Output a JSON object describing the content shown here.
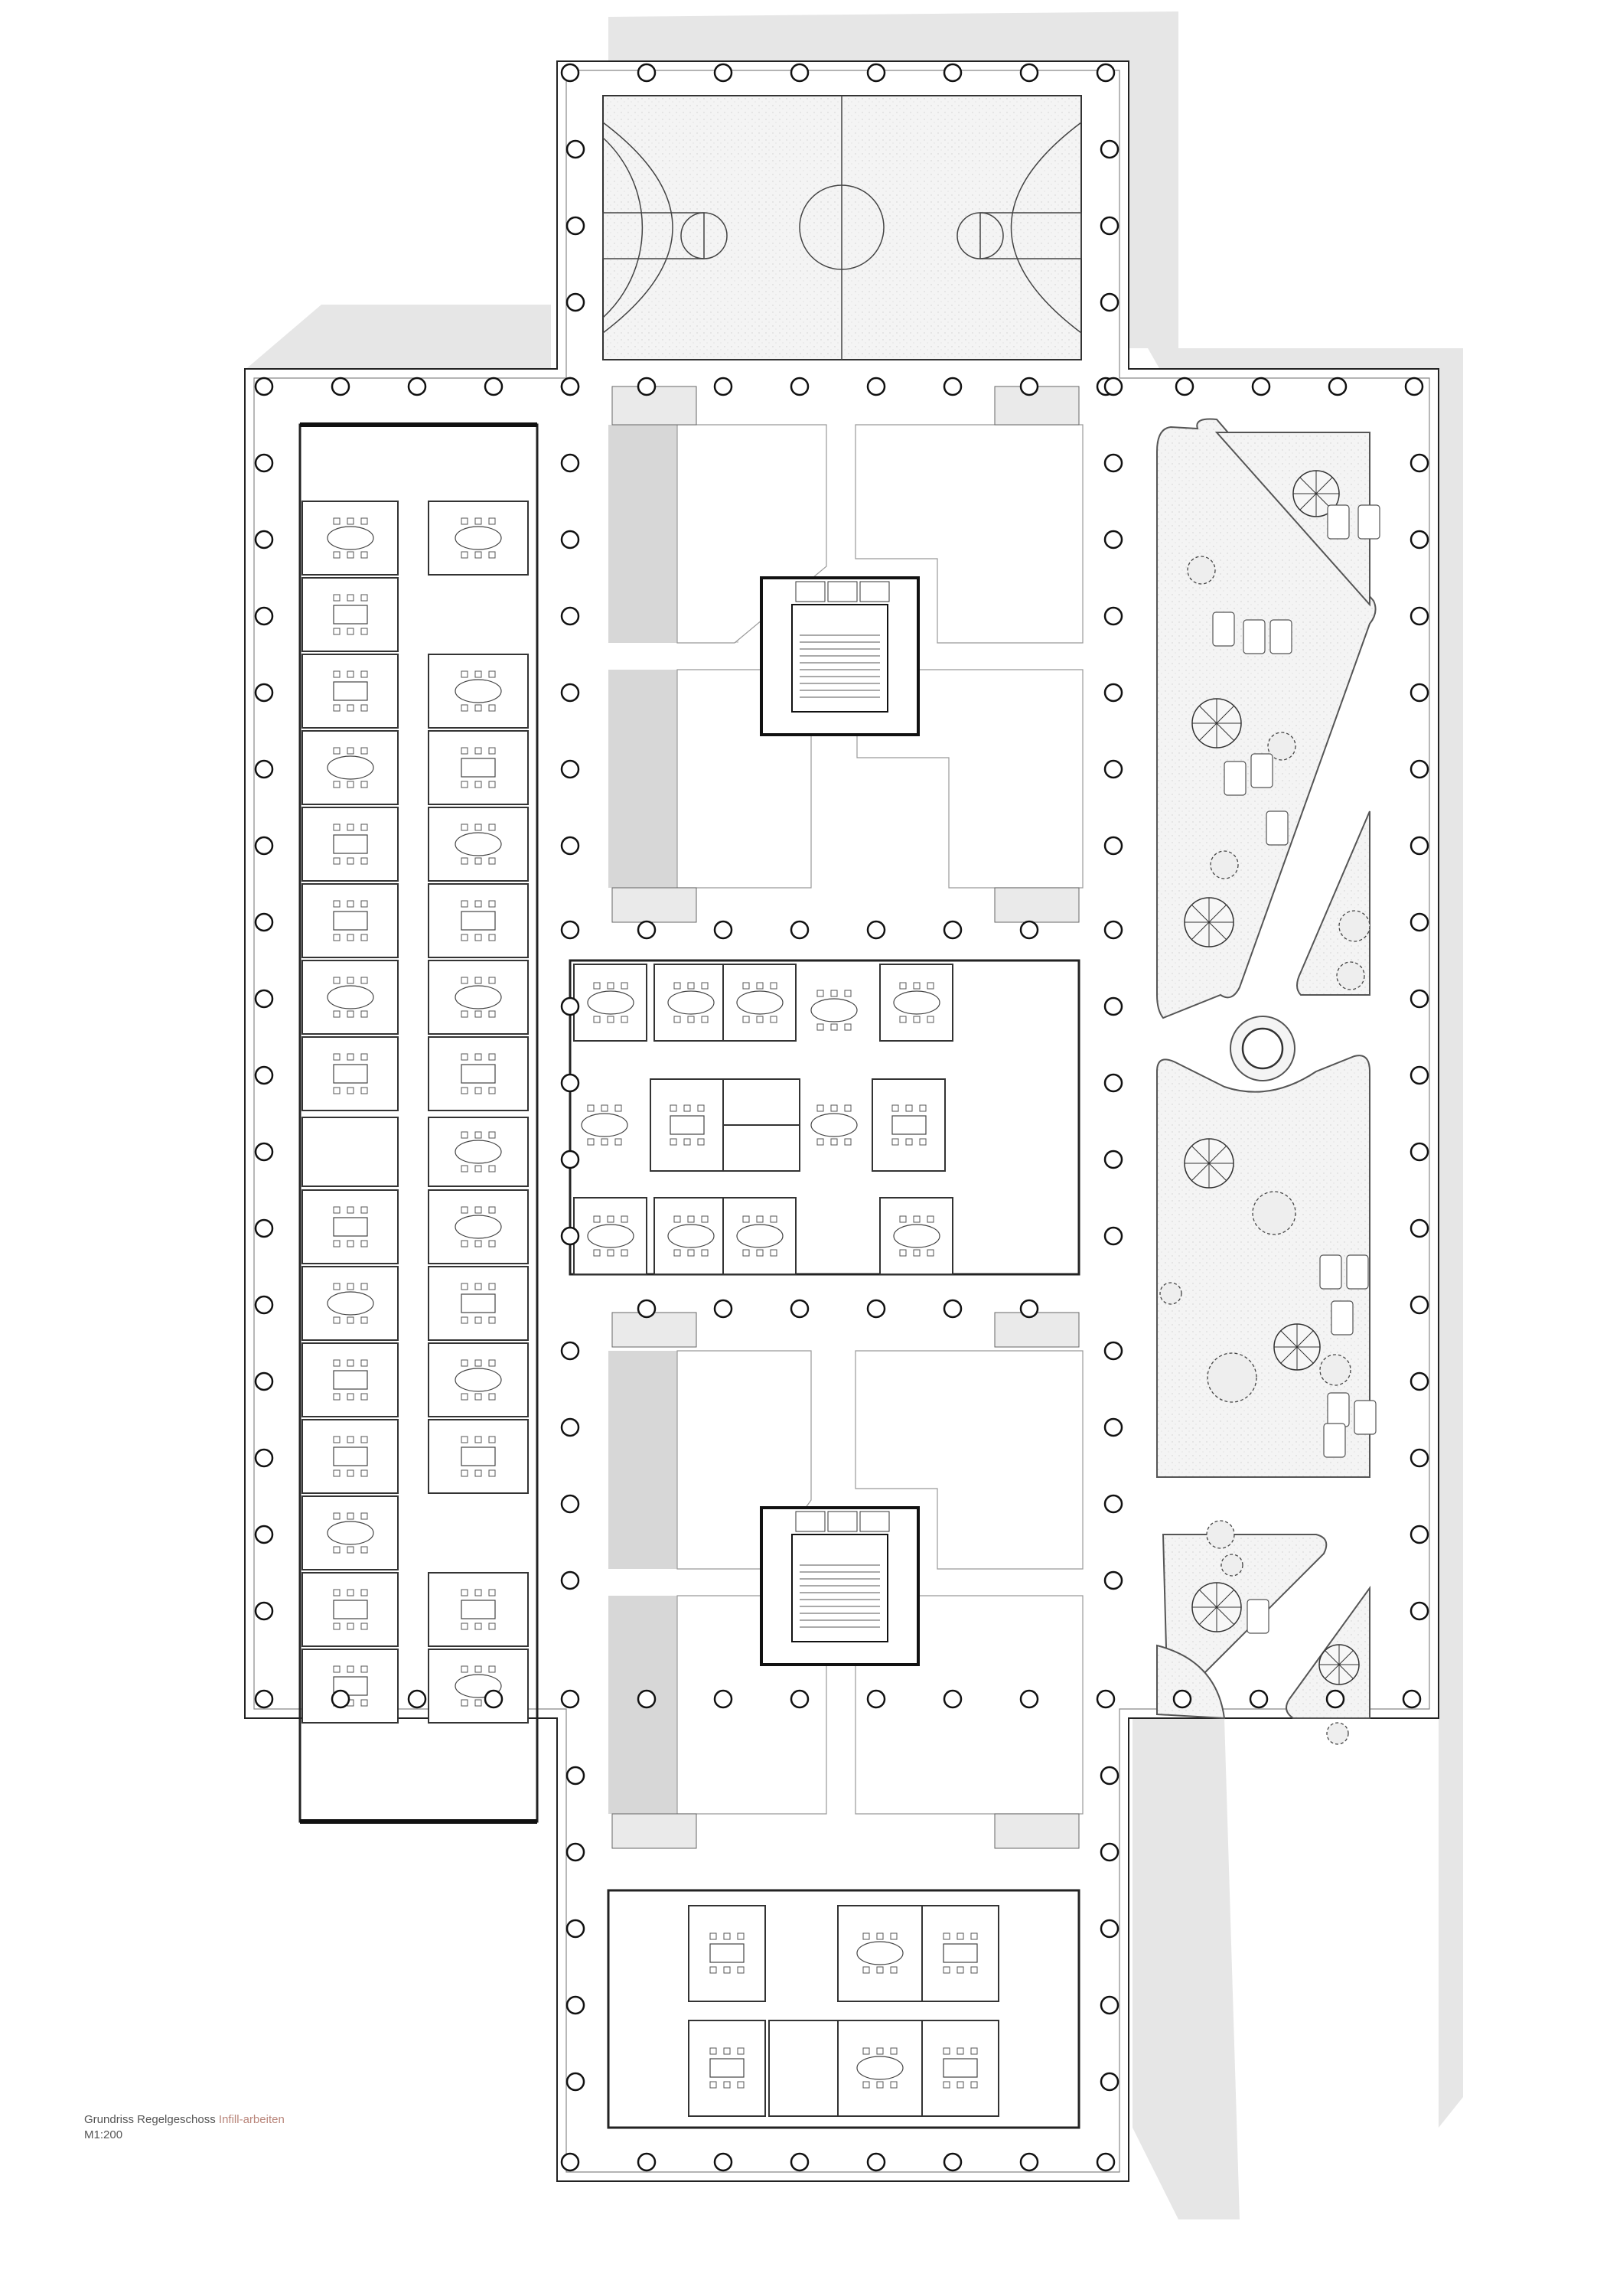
{
  "drawing": {
    "title": "Grundriss Regelgeschoss",
    "subtitle": "Infill-arbeiten",
    "scale": "M1:200"
  },
  "colors": {
    "line": "#222222",
    "shadow": "#e4e4e4",
    "void": "#d6d6d6",
    "accent": "#b9857a",
    "courtFill": "#f2f2f2"
  },
  "elements": {
    "columns": "round structural columns",
    "sports": "basketball-court",
    "cores": "stair-cores",
    "garden": "roof-garden"
  }
}
